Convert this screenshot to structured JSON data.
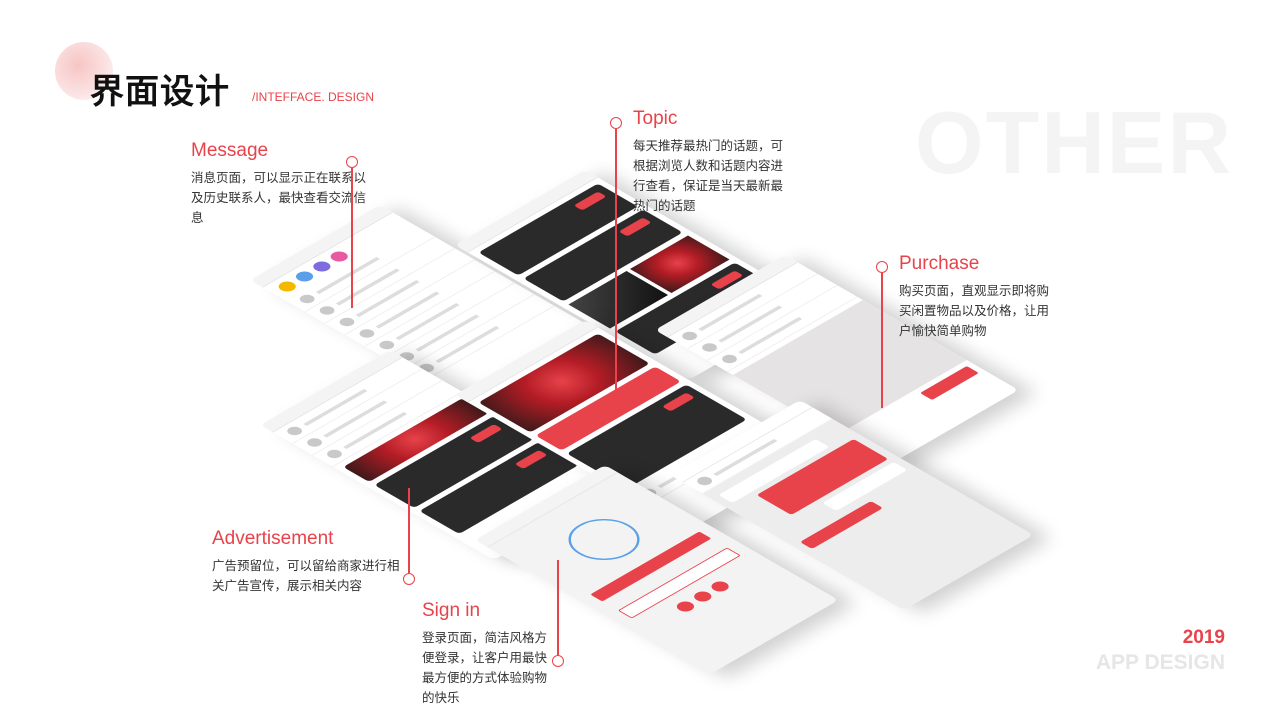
{
  "header": {
    "title": "界面设计",
    "subtitle": "/INTEFFACE. DESIGN",
    "watermark": "OTHER"
  },
  "footer": {
    "year": "2019",
    "label": "APP DESIGN"
  },
  "annotations": {
    "message": {
      "title": "Message",
      "body": "消息页面，可以显示正在联系以及历史联系人，最快查看交流信息"
    },
    "topic": {
      "title": "Topic",
      "body": "每天推荐最热门的话题，可根据浏览人数和话题内容进行查看，保证是当天最新最热门的话题"
    },
    "purchase": {
      "title": "Purchase",
      "body": "购买页面，直观显示即将购买闲置物品以及价格，让用户愉快简单购物"
    },
    "advertisement": {
      "title": "Advertisement",
      "body": "广告预留位，可以留给商家进行相关广告宣传，展示相关内容"
    },
    "signin": {
      "title": "Sign in",
      "body": "登录页面，简洁风格方便登录，让客户用最快最方便的方式体验购物的快乐"
    }
  },
  "colors": {
    "accent": "#e8424a",
    "watermark": "#f4f4f4",
    "footer_label": "#e6e6e6"
  }
}
